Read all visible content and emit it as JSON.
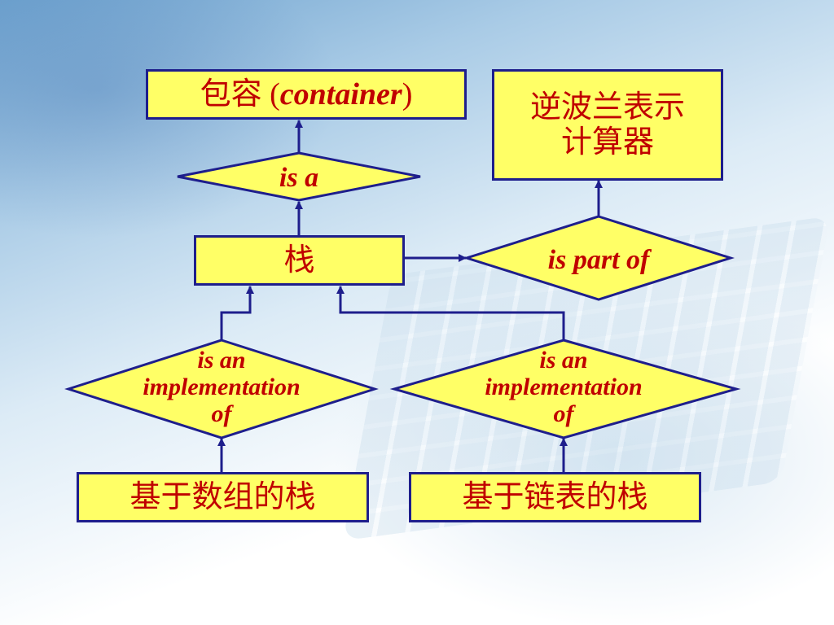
{
  "nodes": {
    "container": {
      "label_cn": "包容 (",
      "label_en": "container",
      "label_close": ")"
    },
    "calculator": {
      "line1": "逆波兰表示",
      "line2": "计算器"
    },
    "stack": {
      "label": "栈"
    },
    "array_stack": {
      "label": "基于数组的栈"
    },
    "linked_stack": {
      "label": "基于链表的栈"
    }
  },
  "relations": {
    "is_a": "is a",
    "is_part_of": "is part of",
    "impl_left": {
      "line1": "is an",
      "line2": "implementation",
      "line3": "of"
    },
    "impl_right": {
      "line1": "is an",
      "line2": "implementation",
      "line3": "of"
    }
  },
  "colors": {
    "box_fill": "#ffff66",
    "border": "#1e1e8c",
    "text": "#c00000"
  }
}
